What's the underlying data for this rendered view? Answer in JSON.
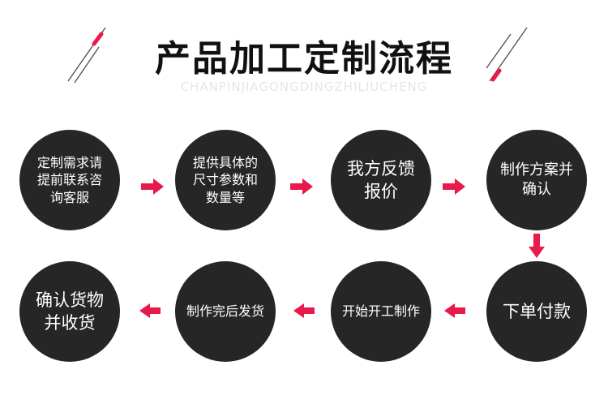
{
  "title": "产品加工定制流程",
  "subtitle": "CHANPINJIAGONGDINGZHILIUCHENG",
  "colors": {
    "circle": "#262626",
    "arrow": "#e8194b",
    "text": "#111111"
  },
  "steps": [
    {
      "label": "定制需求请\n提前联系咨\n询客服"
    },
    {
      "label": "提供具体的\n尺寸参数和\n数量等"
    },
    {
      "label": "我方反馈\n报价"
    },
    {
      "label": "制作方案并\n确认"
    },
    {
      "label": "下单付款"
    },
    {
      "label": "开始开工制作"
    },
    {
      "label": "制作完后发货"
    },
    {
      "label": "确认货物\n并收货"
    }
  ]
}
